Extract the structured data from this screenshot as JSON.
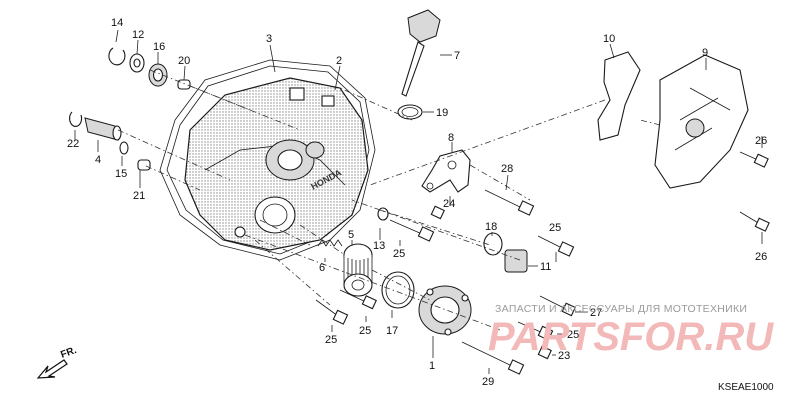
{
  "diagram": {
    "callouts": [
      "14",
      "12",
      "16",
      "20",
      "3",
      "2",
      "7",
      "10",
      "9",
      "22",
      "4",
      "15",
      "21",
      "19",
      "8",
      "26",
      "28",
      "24",
      "5",
      "13",
      "25",
      "18",
      "11",
      "6",
      "25",
      "17",
      "1",
      "25",
      "25",
      "27",
      "23",
      "29",
      "26",
      "25"
    ],
    "watermark_text": "ЗАПАСТИ И АКСЕССУАРЫ ДЛЯ МОТОТЕХНИКИ",
    "watermark_logo": "PARTSFOR.RU",
    "brand_mark": "HONDA",
    "code": "KSEAE1000",
    "fr_label": "FR."
  }
}
